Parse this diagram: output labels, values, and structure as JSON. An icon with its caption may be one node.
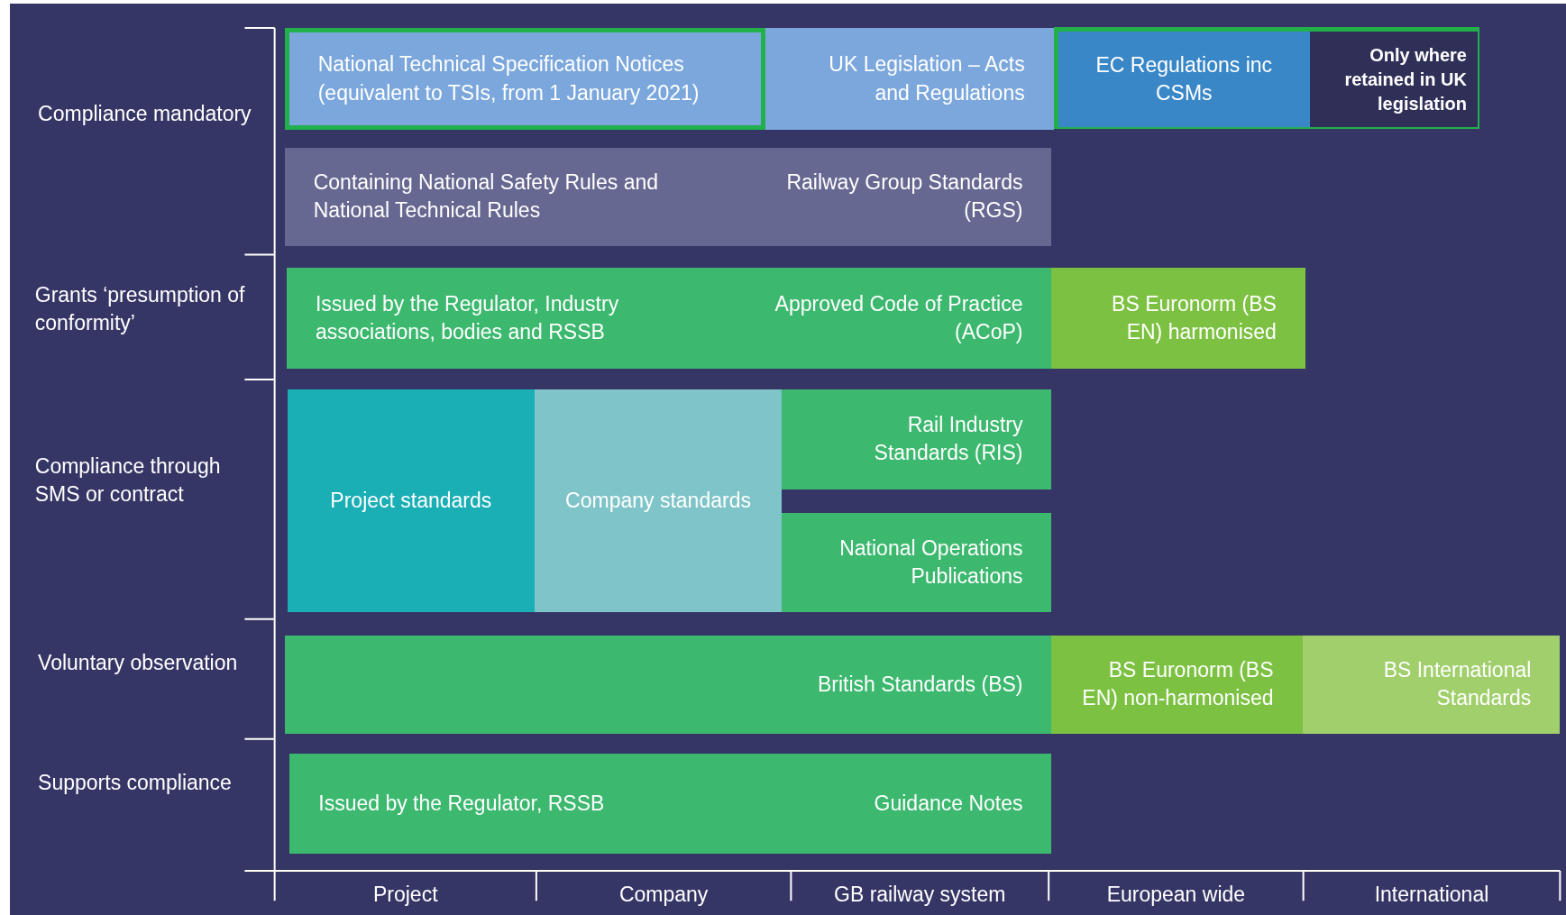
{
  "diagram": {
    "nodes": [
      {
        "text": [
          "National Technical Specification Notices (equivalent to TSIs, from 1 January 2021)"
        ]
      },
      {
        "text": [
          "UK Legislation – Acts and Regulations"
        ]
      },
      {
        "text": [],
        "shape": "box"
      },
      {
        "text": [
          "EC Regulations inc CSMs"
        ],
        "in": 2
      },
      {
        "text": [
          "Only where retained in UK legislation"
        ],
        "in": 2
      },
      {
        "text": [
          "Containing National Safety Rules and National Technical Rules",
          "Railway Group Standards (RGS)"
        ]
      },
      {
        "text": [
          "Issued by the Regulator, Industry associations, bodies and RSSB",
          "Approved Code of Practice (ACoP)"
        ]
      },
      {
        "text": [
          "BS Euronorm (BS EN) harmonised"
        ]
      },
      {
        "text": [
          "Project standards"
        ]
      },
      {
        "text": [
          "Company standards"
        ]
      },
      {
        "text": [
          "Rail Industry Standards (RIS)"
        ]
      },
      {
        "text": [
          "National Operations Publications"
        ]
      },
      {
        "text": [
          "British Standards (BS)"
        ]
      },
      {
        "text": [
          "BS Euronorm (BS EN) non-harmonised"
        ]
      },
      {
        "text": [
          "BS International Standards"
        ]
      },
      {
        "text": [
          "Issued by the Regulator, RSSB",
          "Guidance Notes"
        ]
      }
    ],
    "edges": [],
    "labels": [
      "Compliance mandatory",
      "Grants ‘presumption of conformity’",
      "Compliance through SMS or contract",
      "Voluntary observation",
      "Supports compliance",
      "Project",
      "Company",
      "GB railway system",
      "European wide",
      "International"
    ]
  }
}
